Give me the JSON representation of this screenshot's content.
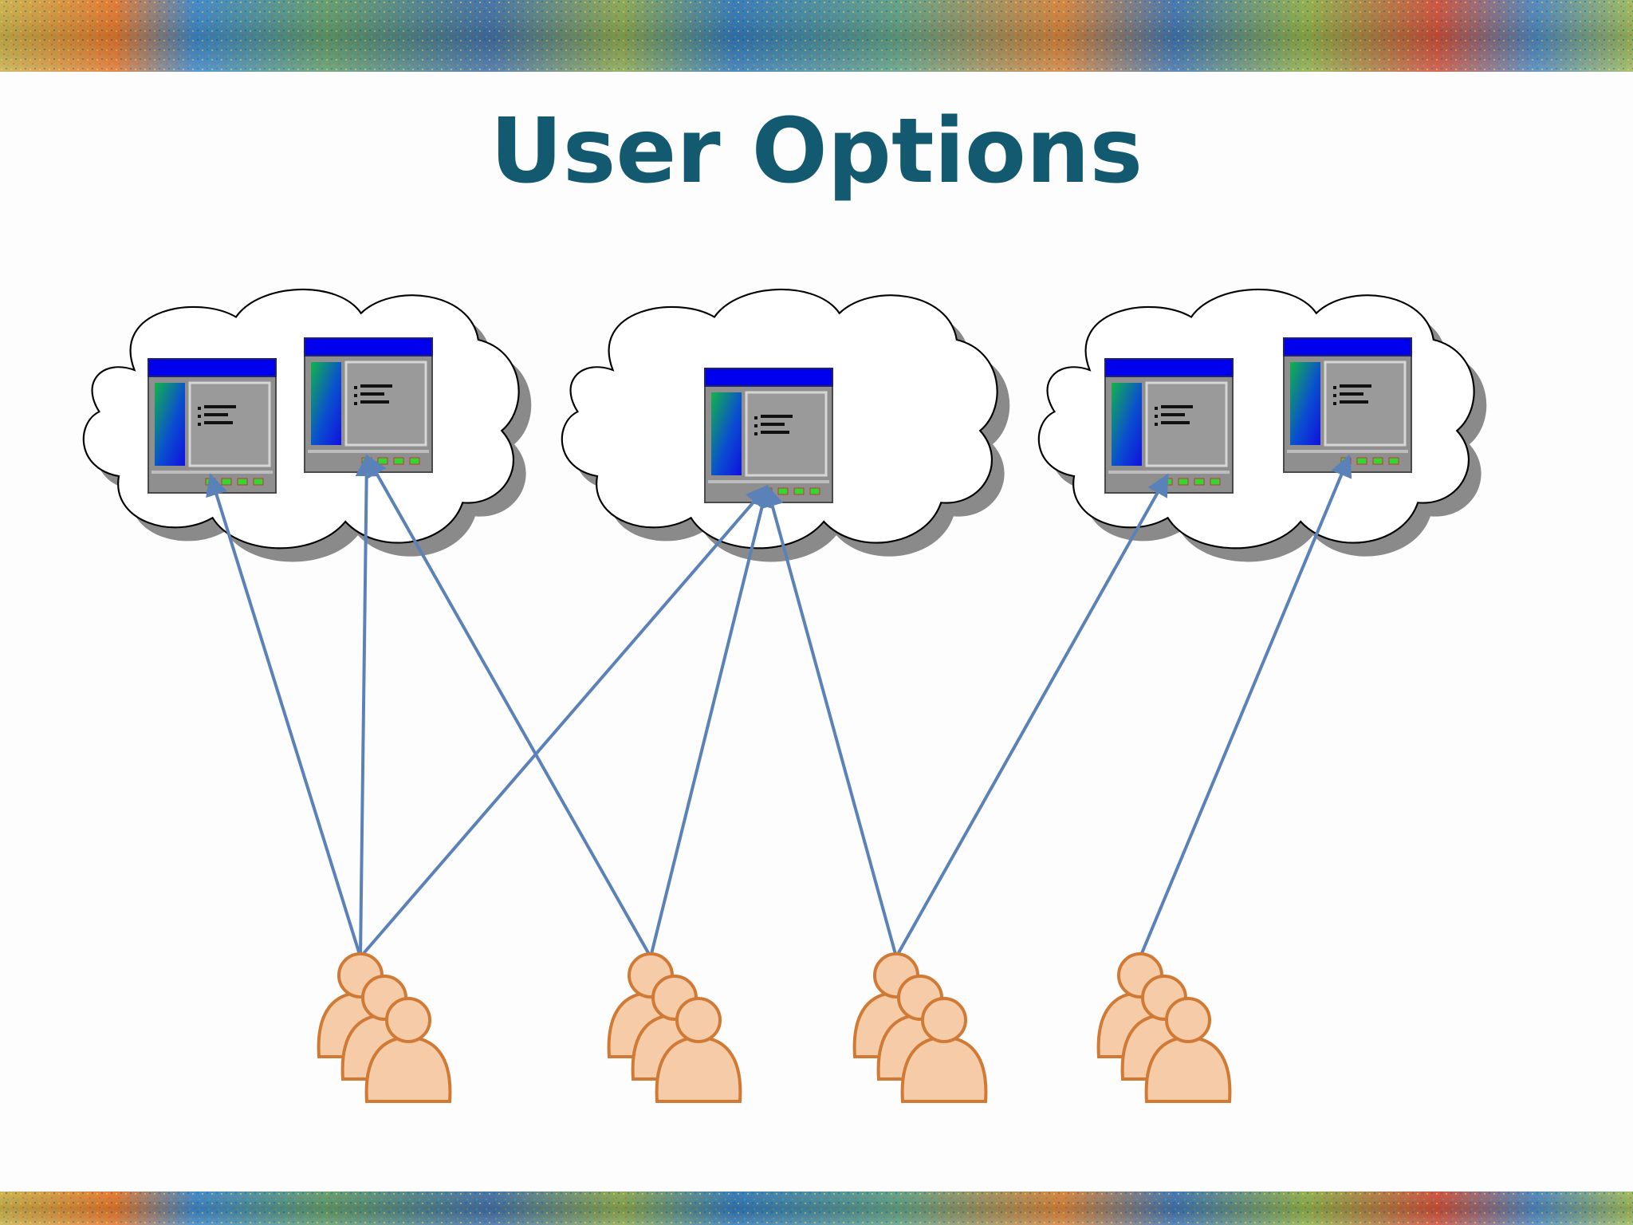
{
  "slide": {
    "title": "User Options"
  },
  "colors": {
    "title": "#135a70",
    "arrow": "#5b82b8",
    "window_titlebar": "#0000ee",
    "window_body": "#8f8f8f",
    "window_buttons": "#2fd92f",
    "user_fill": "#f6cba7",
    "user_stroke": "#d07a35"
  },
  "diagram": {
    "clouds": [
      {
        "name": "cloud-left",
        "apps": 2
      },
      {
        "name": "cloud-center",
        "apps": 1
      },
      {
        "name": "cloud-right",
        "apps": 2
      }
    ],
    "user_groups": 4,
    "connections": [
      {
        "from": "user-group-1",
        "to": "app-window-1"
      },
      {
        "from": "user-group-1",
        "to": "app-window-2"
      },
      {
        "from": "user-group-1",
        "to": "app-window-3"
      },
      {
        "from": "user-group-2",
        "to": "app-window-2"
      },
      {
        "from": "user-group-2",
        "to": "app-window-3"
      },
      {
        "from": "user-group-3",
        "to": "app-window-3"
      },
      {
        "from": "user-group-3",
        "to": "app-window-4"
      },
      {
        "from": "user-group-4",
        "to": "app-window-5"
      }
    ]
  }
}
